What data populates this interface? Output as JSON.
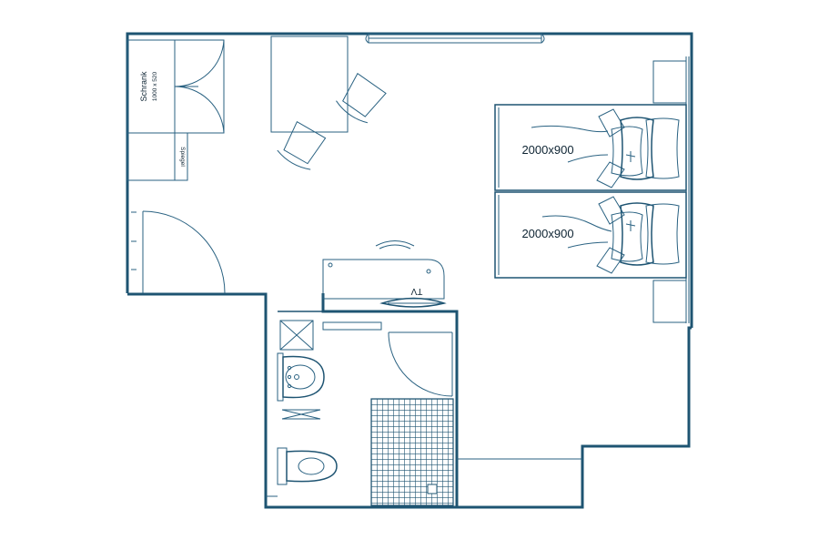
{
  "plan": {
    "bed_upper": {
      "size": "2000x900"
    },
    "bed_lower": {
      "size": "2000x900"
    },
    "wardrobe": {
      "name": "Schrank",
      "dims": "1000 x 520"
    },
    "mirror": {
      "label": "Spiegel"
    },
    "tv": {
      "label": "TV"
    }
  },
  "colors": {
    "line": "#1e5472",
    "line_thin": "#2a6282",
    "label": "#0e2433"
  }
}
